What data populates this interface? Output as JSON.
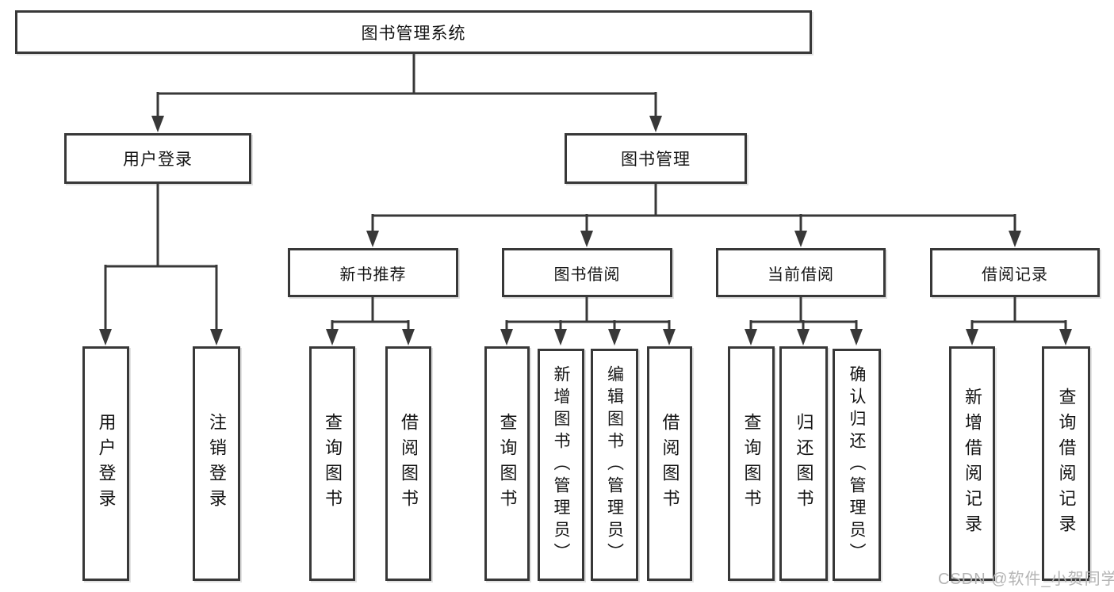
{
  "tree": {
    "root": "图书管理系统",
    "children": [
      {
        "label": "用户登录",
        "children": [
          "用户登录",
          "注销登录"
        ]
      },
      {
        "label": "图书管理",
        "children": [
          {
            "label": "新书推荐",
            "children": [
              "查询图书",
              "借阅图书"
            ]
          },
          {
            "label": "图书借阅",
            "children": [
              "查询图书",
              "新增图书（管理员）",
              "编辑图书（管理员）",
              "借阅图书"
            ]
          },
          {
            "label": "当前借阅",
            "children": [
              "查询图书",
              "归还图书",
              "确认归还（管理员）"
            ]
          },
          {
            "label": "借阅记录",
            "children": [
              "新增借阅记录",
              "查询借阅记录"
            ]
          }
        ]
      }
    ]
  },
  "watermark": {
    "text": "CSDN @软件_小贺同学"
  },
  "colors": {
    "background": "#ffffff",
    "line": "#383838",
    "box_border": "#383838",
    "text": "#141414",
    "watermark": "#b4b4b4"
  }
}
